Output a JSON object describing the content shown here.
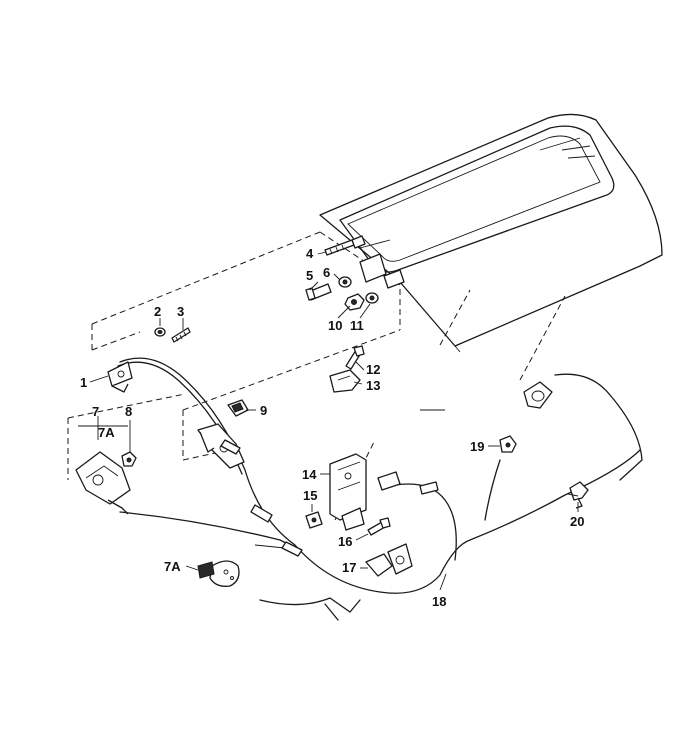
{
  "diagram": {
    "callouts": [
      {
        "id": "c1",
        "text": "1"
      },
      {
        "id": "c2",
        "text": "2"
      },
      {
        "id": "c3",
        "text": "3"
      },
      {
        "id": "c4",
        "text": "4"
      },
      {
        "id": "c5",
        "text": "5"
      },
      {
        "id": "c6",
        "text": "6"
      },
      {
        "id": "c7",
        "text": "7"
      },
      {
        "id": "c7a",
        "text": "7A"
      },
      {
        "id": "c8",
        "text": "8"
      },
      {
        "id": "c9",
        "text": "9"
      },
      {
        "id": "c10",
        "text": "10"
      },
      {
        "id": "c11",
        "text": "11"
      },
      {
        "id": "c12",
        "text": "12"
      },
      {
        "id": "c13",
        "text": "13"
      },
      {
        "id": "c14",
        "text": "14"
      },
      {
        "id": "c15",
        "text": "15"
      },
      {
        "id": "c16",
        "text": "16"
      },
      {
        "id": "c17",
        "text": "17"
      },
      {
        "id": "c18",
        "text": "18"
      },
      {
        "id": "c19",
        "text": "19"
      },
      {
        "id": "c20",
        "text": "20"
      },
      {
        "id": "c7a2",
        "text": "7A"
      }
    ],
    "colors": {
      "ink": "#1a1a1a",
      "background": "#ffffff"
    }
  }
}
